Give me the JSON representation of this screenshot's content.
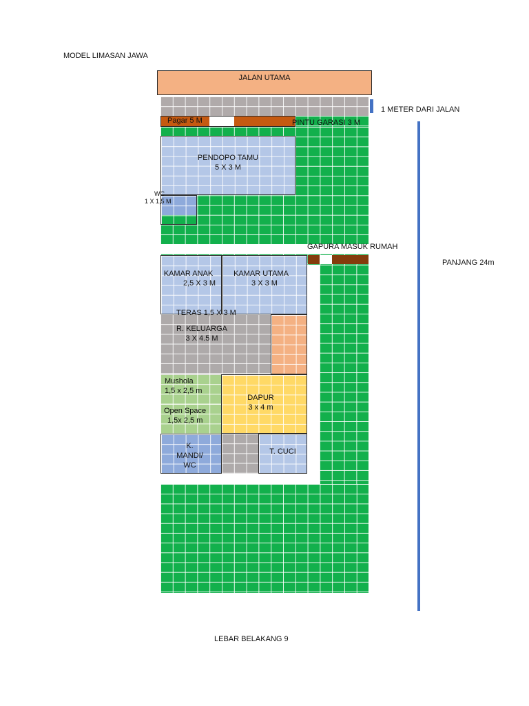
{
  "title": "MODEL LIMASAN JAWA",
  "road": "JALAN UTAMA",
  "distance_note": "1 METER DARI JALAN",
  "fence": "Pagar 5 M",
  "garage_gate": "PINTU GARASI  3 M",
  "pendopo": {
    "name": "PENDOPO TAMU",
    "size": "5 X 3 M"
  },
  "wc_front": {
    "name": "WC",
    "size": "1 X 1,5 M"
  },
  "gapura": "GAPURA MASUK RUMAH",
  "length_label": "PANJANG 24m",
  "kamar_anak": {
    "name": "KAMAR ANAK",
    "size": "2,5 X 3 M"
  },
  "kamar_utama": {
    "name": "KAMAR UTAMA",
    "size": "3 X 3 M"
  },
  "teras": "TERAS 1,5 X 3 M",
  "keluarga": {
    "name": "R. KELUARGA",
    "size": "3 X 4.5 M"
  },
  "mushola": {
    "name": "Mushola",
    "size": "1,5 x 2,5 m"
  },
  "open_space": {
    "name": "Open Space",
    "size": "1,5x 2,5 m"
  },
  "dapur": {
    "name": "DAPUR",
    "size": "3 x 4 m"
  },
  "kamar_mandi": {
    "line1": "K.",
    "line2": "MANDI/",
    "line3": "WC"
  },
  "cuci": "T. CUCI",
  "rear_width": "LEBAR BELAKANG 9",
  "colors": {
    "road": "#f4b183",
    "gray": "#b0aaaa",
    "brown": "#c55a11",
    "dark_brown": "#843c0c",
    "green": "#12b04c",
    "blue_room": "#b4c7e7",
    "blue_dark": "#8eaadb",
    "gray_room": "#aeaaaa",
    "orange_room": "#f4b183",
    "light_green": "#a9d18e",
    "yellow": "#ffd966",
    "dimension_line": "#4472c4"
  }
}
